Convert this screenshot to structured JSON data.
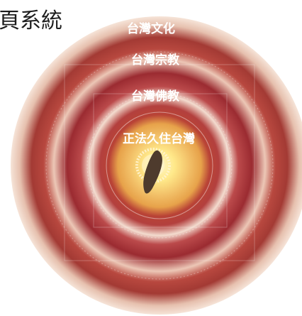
{
  "corner_title": "頁系統",
  "rings": [
    {
      "label": "台灣文化"
    },
    {
      "label": "台灣宗教"
    },
    {
      "label": "台灣佛教"
    },
    {
      "label": "正法久住台灣"
    }
  ],
  "center_icon": "taiwan-map-icon",
  "colors": {
    "outer_ring": "#9b2b31",
    "ring_pale": "#f3dccf",
    "core_gold": "#ffe98a",
    "core_orange": "#e7a24a",
    "taiwan_shape": "#4e3b2d"
  }
}
